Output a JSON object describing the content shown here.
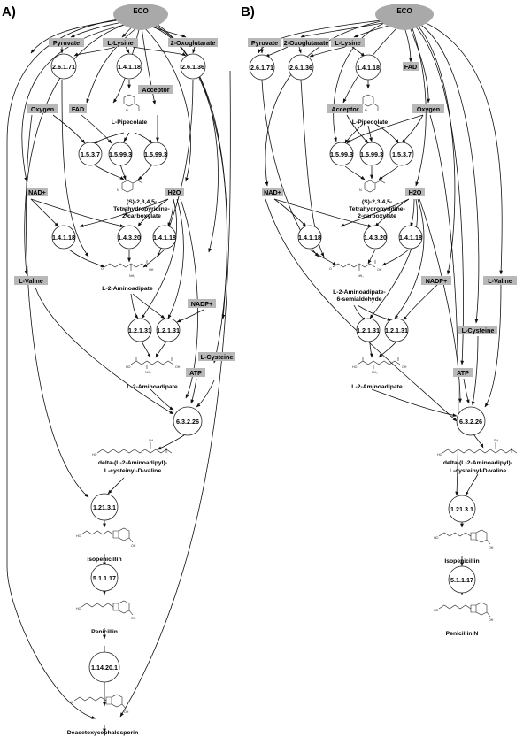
{
  "panels": {
    "a": {
      "label": "A)",
      "eco": "ECO",
      "enzymes": {
        "e1": "2.6.1.71",
        "e2": "1.4.1.18",
        "e3": "2.6.1.36",
        "e4": "1.5.3.7",
        "e5": "1.5.99.3",
        "e6": "1.5.99.3",
        "e7": "1.4.1.18",
        "e8": "1.4.3.20",
        "e9": "1.4.1.18",
        "e10": "1.2.1.31",
        "e11": "1.2.1.31",
        "e12": "6.3.2.26",
        "e13": "1.21.3.1",
        "e14": "5.1.1.17",
        "e15": "1.14.20.1"
      },
      "cofactors": {
        "pyruvate": "Pyruvate",
        "lysine": "L-Lysine",
        "oxoglutarate": "2-Oxoglutarate",
        "acceptor": "Acceptor",
        "oxygen": "Oxygen",
        "fad": "FAD",
        "nad": "NAD+",
        "h2o": "H2O",
        "valine": "L-Valine",
        "nadp": "NADP+",
        "cysteine": "L-Cysteine",
        "atp": "ATP"
      },
      "metabolites": {
        "pipecolate": "L-Pipecolate",
        "thp1": "(S)-2,3,4,5-",
        "thp2": "Tetrahydropyridine-",
        "thp3": "2-carboxylate",
        "aminoadipate_top": "L-2-Aminoadipate",
        "aminoadipate": "L-2-Aminoadipate",
        "acv1": "delta-(L-2-Aminoadipyl)-",
        "acv2": "L-cysteinyl-D-valine",
        "isopenicillin": "Isopenicillin",
        "penicillin": "Penicillin",
        "deacetoxy": "Deacetoxycephalosporin"
      }
    },
    "b": {
      "label": "B)",
      "eco": "ECO",
      "enzymes": {
        "e1": "2.6.1.71",
        "e2": "2.6.1.36",
        "e3": "1.4.1.18",
        "e4": "1.5.99.3",
        "e5": "1.5.99.3",
        "e6": "1.5.3.7",
        "e7": "1.4.1.18",
        "e8": "1.4.3.20",
        "e9": "1.4.1.18",
        "e10": "1.2.1.31",
        "e11": "1.2.1.31",
        "e12": "6.3.2.26",
        "e13": "1.21.3.1",
        "e14": "5.1.1.17"
      },
      "cofactors": {
        "pyruvate": "Pyruvate",
        "oxoglutarate": "2-Oxoglutarate",
        "lysine": "L-Lysine",
        "fad": "FAD",
        "acceptor": "Acceptor",
        "oxygen": "Oxygen",
        "nad": "NAD+",
        "h2o": "H2O",
        "nadp": "NADP+",
        "valine": "L-Valine",
        "cysteine": "L-Cysteine",
        "atp": "ATP"
      },
      "metabolites": {
        "pipecolate": "L-Pipecolate",
        "thp1": "(S)-2,3,4,5-",
        "thp2": "Tetrahydropyridine-",
        "thp3": "2-carboxylate",
        "semi1": "L-2-Aminoadipate-",
        "semi2": "6-semialdehyde",
        "aminoadipate": "L-2-Aminoadipate",
        "acv1": "delta-(L-2-Aminoadipyl)-",
        "acv2": "L-cysteinyl-D-valine",
        "isopenicillin": "Isopenicillin",
        "penicillin": "Penicillin N"
      }
    }
  }
}
